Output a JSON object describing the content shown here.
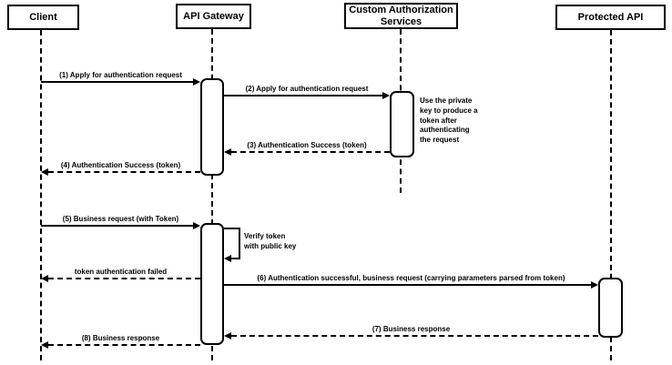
{
  "diagram_type": "uml-sequence",
  "colors": {
    "line": "#000000",
    "background": "#ffffff",
    "shape_fill": "#ffffff"
  },
  "actors": [
    {
      "label": "Client"
    },
    {
      "label": "API Gateway"
    },
    {
      "label": "Custom Authorization\nServices"
    },
    {
      "label": "Protected API"
    }
  ],
  "messages": [
    {
      "label": "(1) Apply for authentication request",
      "from": "Client",
      "to": "API Gateway",
      "style": "solid"
    },
    {
      "label": "(2) Apply for authentication request",
      "from": "API Gateway",
      "to": "Custom Authorization Services",
      "style": "solid"
    },
    {
      "label": "(3) Authentication Success (token)",
      "from": "Custom Authorization Services",
      "to": "API Gateway",
      "style": "dashed"
    },
    {
      "label": "(4) Authentication Success (token)",
      "from": "API Gateway",
      "to": "Client",
      "style": "dashed"
    },
    {
      "label": "(5) Business request (with Token)",
      "from": "Client",
      "to": "API Gateway",
      "style": "solid"
    },
    {
      "label": "Verify token\nwith public key",
      "from": "API Gateway",
      "to": "API Gateway",
      "style": "self-loop"
    },
    {
      "label": "token authentication failed",
      "from": "API Gateway",
      "to": "Client",
      "style": "dashed"
    },
    {
      "label": "(6) Authentication successful, business request (carrying parameters parsed from token)",
      "from": "API Gateway",
      "to": "Protected API",
      "style": "solid"
    },
    {
      "label": "(7) Business response",
      "from": "Protected API",
      "to": "API Gateway",
      "style": "dashed"
    },
    {
      "label": "(8) Business response",
      "from": "API Gateway",
      "to": "Client",
      "style": "dashed"
    }
  ],
  "note": {
    "text": "Use the private\nkey to produce a\ntoken after\nauthenticating\nthe request"
  }
}
